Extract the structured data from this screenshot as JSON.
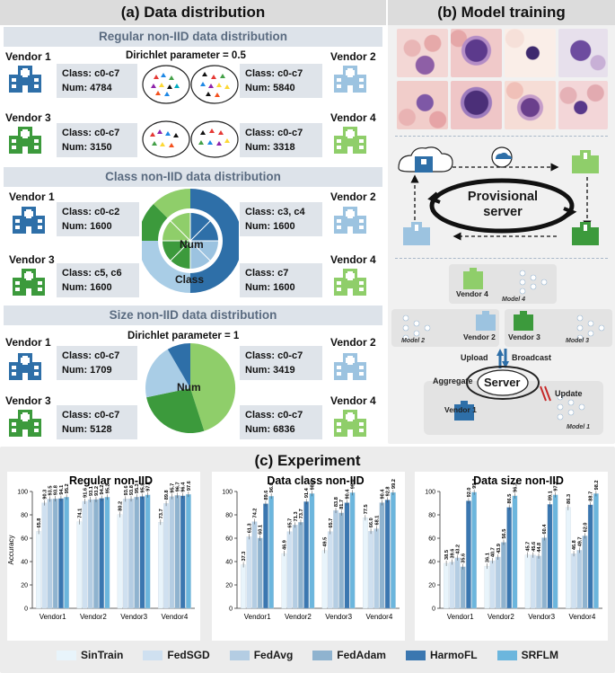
{
  "panel_a": {
    "title": "(a) Data distribution",
    "regular": {
      "title": "Regular non-IID data distribution",
      "param": "Dirichlet parameter = 0.5",
      "v1": {
        "name": "Vendor 1",
        "cls": "Class: c0-c7",
        "num": "Num: 4784"
      },
      "v2": {
        "name": "Vendor 2",
        "cls": "Class: c0-c7",
        "num": "Num: 5840"
      },
      "v3": {
        "name": "Vendor 3",
        "cls": "Class: c0-c7",
        "num": "Num: 3150"
      },
      "v4": {
        "name": "Vendor 4",
        "cls": "Class: c0-c7",
        "num": "Num: 3318"
      }
    },
    "classniid": {
      "title": "Class non-IID data distribution",
      "v1": {
        "name": "Vendor 1",
        "cls": "Class: c0-c2",
        "num": "Num: 1600"
      },
      "v2": {
        "name": "Vendor 2",
        "cls": "Class: c3, c4",
        "num": "Num: 1600"
      },
      "v3": {
        "name": "Vendor 3",
        "cls": "Class: c5, c6",
        "num": "Num: 1600"
      },
      "v4": {
        "name": "Vendor 4",
        "cls": "Class: c7",
        "num": "Num: 1600"
      },
      "donut_inner_label": "Num",
      "donut_outer_label": "Class"
    },
    "size": {
      "title": "Size non-IID data distribution",
      "param": "Dirichlet parameter = 1",
      "v1": {
        "name": "Vendor 1",
        "cls": "Class: c0-c7",
        "num": "Num: 1709"
      },
      "v2": {
        "name": "Vendor 2",
        "cls": "Class: c0-c7",
        "num": "Num: 3419"
      },
      "v3": {
        "name": "Vendor 3",
        "cls": "Class: c0-c7",
        "num": "Num: 5128"
      },
      "v4": {
        "name": "Vendor 4",
        "cls": "Class: c0-c7",
        "num": "Num: 6836"
      },
      "pie_label": "Num"
    }
  },
  "panel_b": {
    "title": "(b) Model training",
    "provisional": "Provisional server",
    "server": "Server",
    "upload": "Upload",
    "broadcast": "Broadcast",
    "aggregate": "Aggregate",
    "update": "Update",
    "vendor1": "Vendor 1",
    "vendor2": "Vendor 2",
    "vendor3": "Vendor 3",
    "vendor4": "Vendor 4",
    "model1": "Model 1",
    "model2": "Model 2",
    "model3": "Model 3",
    "model4": "Model 4"
  },
  "panel_c": {
    "title": "(c) Experiment",
    "legend": [
      "SinTrain",
      "FedSGD",
      "FedAvg",
      "FedAdam",
      "HarmoFL",
      "SRFLM"
    ]
  },
  "colors": {
    "green": "#3c9a3c",
    "light_green": "#8fce6a",
    "blue": "#2e6fa8",
    "light_blue": "#9cc3e0",
    "series": [
      "#e8f4fb",
      "#cfe0f0",
      "#b4cde3",
      "#8fb3cf",
      "#3b77b0",
      "#6cb6dd"
    ]
  },
  "chart_data": [
    {
      "type": "bar",
      "title": "Regular non-IID",
      "ylabel": "Accuracy",
      "ylim": [
        0,
        100
      ],
      "yticks": [
        0,
        20,
        40,
        60,
        80,
        100
      ],
      "categories": [
        "Vendor1",
        "Vendor2",
        "Vendor3",
        "Vendor4"
      ],
      "series": [
        {
          "name": "SinTrain",
          "values": [
            65.8,
            74.1,
            80.2,
            73.7
          ]
        },
        {
          "name": "FedSGD",
          "values": [
            90.3,
            91.6,
            93.6,
            89.8
          ]
        },
        {
          "name": "FedAvg",
          "values": [
            93.5,
            93.1,
            93.8,
            95.7
          ]
        },
        {
          "name": "FedAdam",
          "values": [
            93.8,
            93.2,
            95.3,
            96.7
          ]
        },
        {
          "name": "HarmoFL",
          "values": [
            94.1,
            94.2,
            95.8,
            96.4
          ]
        },
        {
          "name": "SRFLM",
          "values": [
            95.2,
            95.2,
            97.1,
            97.6
          ]
        }
      ]
    },
    {
      "type": "bar",
      "title": "Data class non-IID",
      "ylabel": "Accuracy",
      "ylim": [
        0,
        100
      ],
      "yticks": [
        0,
        20,
        40,
        60,
        80,
        100
      ],
      "categories": [
        "Vendor1",
        "Vendor2",
        "Vendor3",
        "Vendor4"
      ],
      "series": [
        {
          "name": "SinTrain",
          "values": [
            37.3,
            46.9,
            49.5,
            77.5
          ]
        },
        {
          "name": "FedSGD",
          "values": [
            61.3,
            65.7,
            65.7,
            66.0
          ]
        },
        {
          "name": "FedAvg",
          "values": [
            74.2,
            71.3,
            83.8,
            68.1
          ]
        },
        {
          "name": "FedAdam",
          "values": [
            60.1,
            73.7,
            81.7,
            90.4
          ]
        },
        {
          "name": "HarmoFL",
          "values": [
            89.6,
            91.4,
            90.4,
            92.8
          ]
        },
        {
          "name": "SRFLM",
          "values": [
            96.0,
            98.2,
            99.0,
            99.2
          ]
        }
      ]
    },
    {
      "type": "bar",
      "title": "Data size non-IID",
      "ylabel": "Accuracy",
      "ylim": [
        0,
        100
      ],
      "yticks": [
        0,
        20,
        40,
        60,
        80,
        100
      ],
      "categories": [
        "Vendor1",
        "Vendor2",
        "Vendor3",
        "Vendor4"
      ],
      "series": [
        {
          "name": "SinTrain",
          "values": [
            38.5,
            36.1,
            45.7,
            86.3
          ]
        },
        {
          "name": "FedSGD",
          "values": [
            39.6,
            40.7,
            45.6,
            46.8
          ]
        },
        {
          "name": "FedAvg",
          "values": [
            43.2,
            43.9,
            44.8,
            49.7
          ]
        },
        {
          "name": "FedAdam",
          "values": [
            35.6,
            56.5,
            60.4,
            62.0
          ]
        },
        {
          "name": "HarmoFL",
          "values": [
            92.0,
            86.5,
            89.1,
            88.7
          ]
        },
        {
          "name": "SRFLM",
          "values": [
            99.4,
            96.3,
            97.2,
            98.2
          ]
        }
      ]
    }
  ]
}
